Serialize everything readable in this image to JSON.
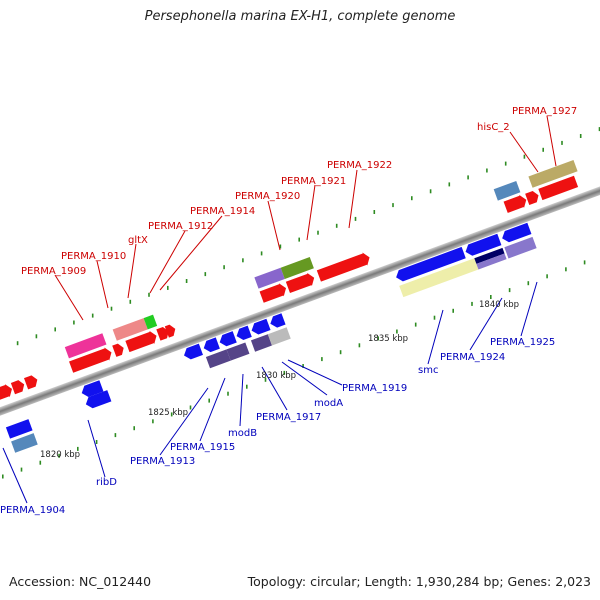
{
  "title": "Persephonella marina EX-H1, complete genome",
  "footer": {
    "accession": "Accession: NC_012440",
    "summary": "Topology: circular; Length: 1,930,284 bp; Genes: 2,023"
  },
  "colors": {
    "forward_label": "#cc0000",
    "reverse_label": "#0000bb",
    "backbone": "#8c8c8c",
    "dots": "#2e8b22"
  },
  "ticks": [
    {
      "label": "1820 kbp"
    },
    {
      "label": "1825 kbp"
    },
    {
      "label": "1830 kbp"
    },
    {
      "label": "1835 kbp"
    },
    {
      "label": "1840 kbp"
    }
  ],
  "genes": [
    {
      "label": "PERMA_1909",
      "strand": "forward",
      "color": "#ee3399"
    },
    {
      "label": "PERMA_1910",
      "strand": "forward",
      "color": "#ee1111"
    },
    {
      "label": "gltX",
      "strand": "forward",
      "color": "#ee8888"
    },
    {
      "label": "PERMA_1912",
      "strand": "forward",
      "color": "#ee1111"
    },
    {
      "label": "PERMA_1914",
      "strand": "forward",
      "color": "#ee1111"
    },
    {
      "label": "PERMA_1920",
      "strand": "forward",
      "color": "#8866cc"
    },
    {
      "label": "PERMA_1921",
      "strand": "forward",
      "color": "#669922"
    },
    {
      "label": "PERMA_1922",
      "strand": "forward",
      "color": "#ee1111"
    },
    {
      "label": "hisC_2",
      "strand": "forward",
      "color": "#5588bb"
    },
    {
      "label": "PERMA_1927",
      "strand": "forward",
      "color": "#bbaa66"
    },
    {
      "label": "PERMA_1904",
      "strand": "reverse",
      "color": "#5588bb"
    },
    {
      "label": "ribD",
      "strand": "reverse",
      "color": "#1111ee"
    },
    {
      "label": "PERMA_1913",
      "strand": "reverse",
      "color": "#1111ee"
    },
    {
      "label": "PERMA_1915",
      "strand": "reverse",
      "color": "#554488"
    },
    {
      "label": "modB",
      "strand": "reverse",
      "color": "#554488"
    },
    {
      "label": "PERMA_1917",
      "strand": "reverse",
      "color": "#554488"
    },
    {
      "label": "modA",
      "strand": "reverse",
      "color": "#bbbbbb"
    },
    {
      "label": "PERMA_1919",
      "strand": "reverse",
      "color": "#1111ee"
    },
    {
      "label": "smc",
      "strand": "reverse",
      "color": "#eeeeaa"
    },
    {
      "label": "PERMA_1924",
      "strand": "reverse",
      "color": "#1111ee"
    },
    {
      "label": "PERMA_1925",
      "strand": "reverse",
      "color": "#8877cc"
    }
  ]
}
